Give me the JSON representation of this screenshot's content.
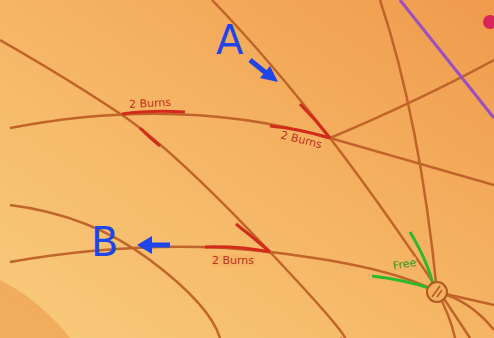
{
  "diagram": {
    "labels": [
      "A",
      "2 Burns",
      "2 Burns",
      "B",
      "2 Burns",
      "Free"
    ]
  }
}
